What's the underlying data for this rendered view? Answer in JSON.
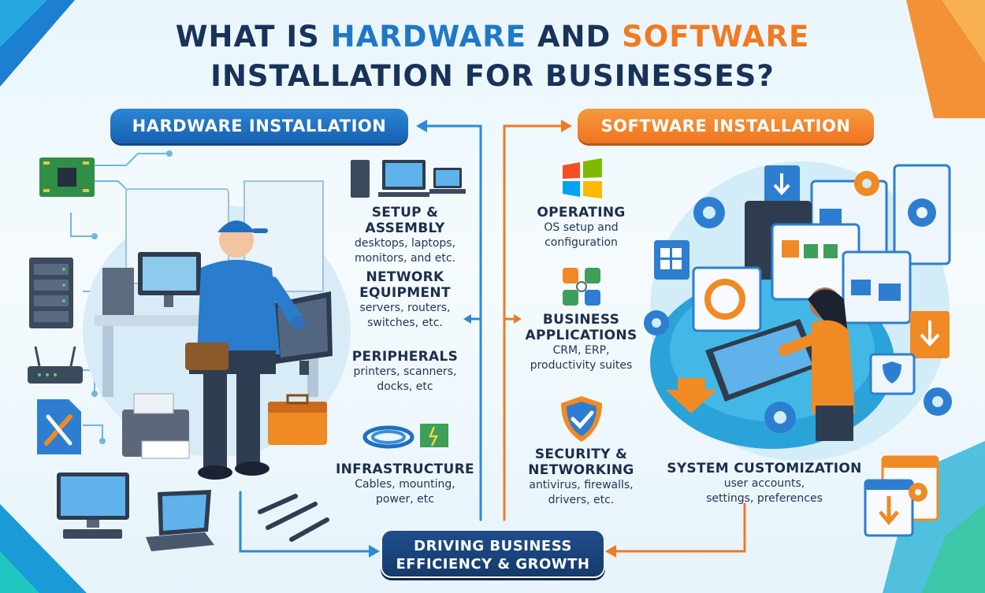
{
  "title": {
    "line1_prefix": "WHAT IS ",
    "line1_hardware": "HARDWARE",
    "line1_and": " AND ",
    "line1_software": "SOFTWARE",
    "line2": "INSTALLATION FOR BUSINESSES?"
  },
  "hardware": {
    "header": "HARDWARE INSTALLATION",
    "items": [
      {
        "heading": "SETUP & ASSEMBLY",
        "desc1": "desktops, laptops,",
        "desc2": "monitors, and etc."
      },
      {
        "heading": "NETWORK",
        "heading2": "EQUIPMENT",
        "desc1": "servers, routers,",
        "desc2": "switches, etc."
      },
      {
        "heading": "PERIPHERALS",
        "desc1": "printers, scanners,",
        "desc2": "docks, etc"
      },
      {
        "heading": "INFRASTRUCTURE",
        "desc1": "Cables, mounting,",
        "desc2": "power, etc"
      }
    ]
  },
  "software": {
    "header": "SOFTWARE INSTALLATION",
    "items": [
      {
        "heading": "OPERATING",
        "desc1": "OS setup and",
        "desc2": "configuration"
      },
      {
        "heading": "BUSINESS",
        "heading2": "APPLICATIONS",
        "desc1": "CRM, ERP,",
        "desc2": "productivity suites"
      },
      {
        "heading": "SECURITY &",
        "heading2": "NETWORKING",
        "desc1": "antivirus, firewalls,",
        "desc2": "drivers, etc."
      },
      {
        "heading": "SYSTEM CUSTOMIZATION",
        "desc1": "user accounts,",
        "desc2": "settings, preferences"
      }
    ]
  },
  "footer": {
    "line1": "DRIVING BUSINESS",
    "line2": "EFFICIENCY & GROWTH"
  },
  "colors": {
    "blue": "#1f78c6",
    "orange": "#f07a22",
    "navy": "#18325a"
  }
}
